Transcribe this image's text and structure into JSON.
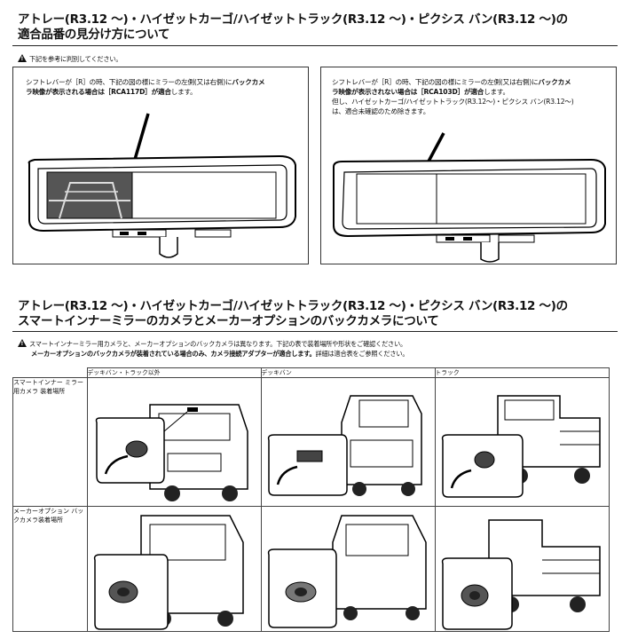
{
  "section1": {
    "title_line1": "アトレー(R3.12 ～)・ハイゼットカーゴ/ハイゼットトラック(R3.12 ～)・ピクシス バン(R3.12 ～)の",
    "title_line2": "適合品番の見分け方について",
    "notice": "下記を参考に判別してください。",
    "left_note": {
      "part1": "シフトレバーが［R］の時、下記の図の様にミラーの左側(又は右側)に",
      "bold1": "バックカメ",
      "bold2": "ラ映像が表示される場合は［RCA117D］が適合",
      "part2": "します。"
    },
    "right_note": {
      "part1": "シフトレバーが［R］の時、下記の図の様にミラーの左側(又は右側)に",
      "bold1": "バックカメ",
      "bold2": "ラ映像が表示されない場合は［RCA103D］が適合",
      "part2": "します。",
      "line3": "但し、ハイゼットカーゴ/ハイゼットトラック(R3.12～)・ピクシス バン(R3.12～)",
      "line4": "は、適合未確認のため除きます。"
    }
  },
  "section2": {
    "title_line1": "アトレー(R3.12 ～)・ハイゼットカーゴ/ハイゼットトラック(R3.12 ～)・ピクシス バン(R3.12 ～)の",
    "title_line2": "スマートインナーミラーのカメラとメーカーオプションのバックカメラについて",
    "notice1": "スマートインナーミラー用カメラと、メーカーオプションのバックカメラは異なります。下記の表で装着場所や形状をご確認ください。",
    "notice2_bold": "メーカーオプションのバックカメラが装着されている場合のみ、カメラ接続アダプターが適合します。",
    "notice2_rest": "詳細は適合表をご参照ください。",
    "table": {
      "columns": [
        "デッキバン・トラック以外",
        "デッキバン",
        "トラック"
      ],
      "row1_label": "スマートインナー ミラー用カメラ 装着場所",
      "row2_label": "メーカーオプション バックカメラ装着場所"
    }
  }
}
